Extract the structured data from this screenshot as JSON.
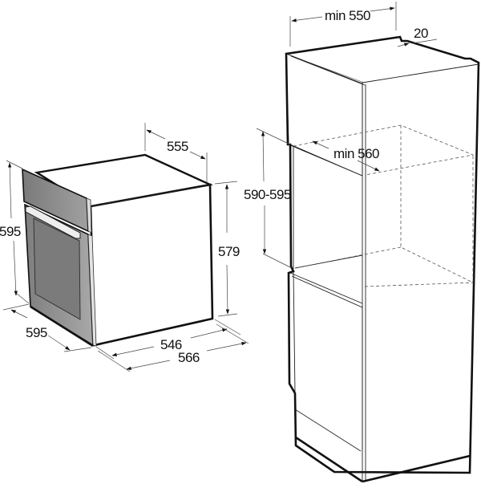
{
  "diagram": {
    "title": "Built-in oven installation dimensions",
    "units": "mm",
    "colors": {
      "line": "#111111",
      "panel_gray": "#8a8a8a",
      "door_gray": "#9c9c9c",
      "glass_gray": "#7d7d7d",
      "background": "#ffffff"
    },
    "oven": {
      "name": "oven-appliance",
      "dimensions": {
        "depth_body": "555",
        "total_height": "595",
        "body_height": "579",
        "front_width": "595",
        "body_width": "546",
        "total_depth": "566"
      }
    },
    "cabinet": {
      "name": "tall-cabinet-niche",
      "dimensions": {
        "min_depth": "min 550",
        "back_gap": "20",
        "niche_height": "590-595",
        "min_width": "min 560"
      }
    }
  }
}
